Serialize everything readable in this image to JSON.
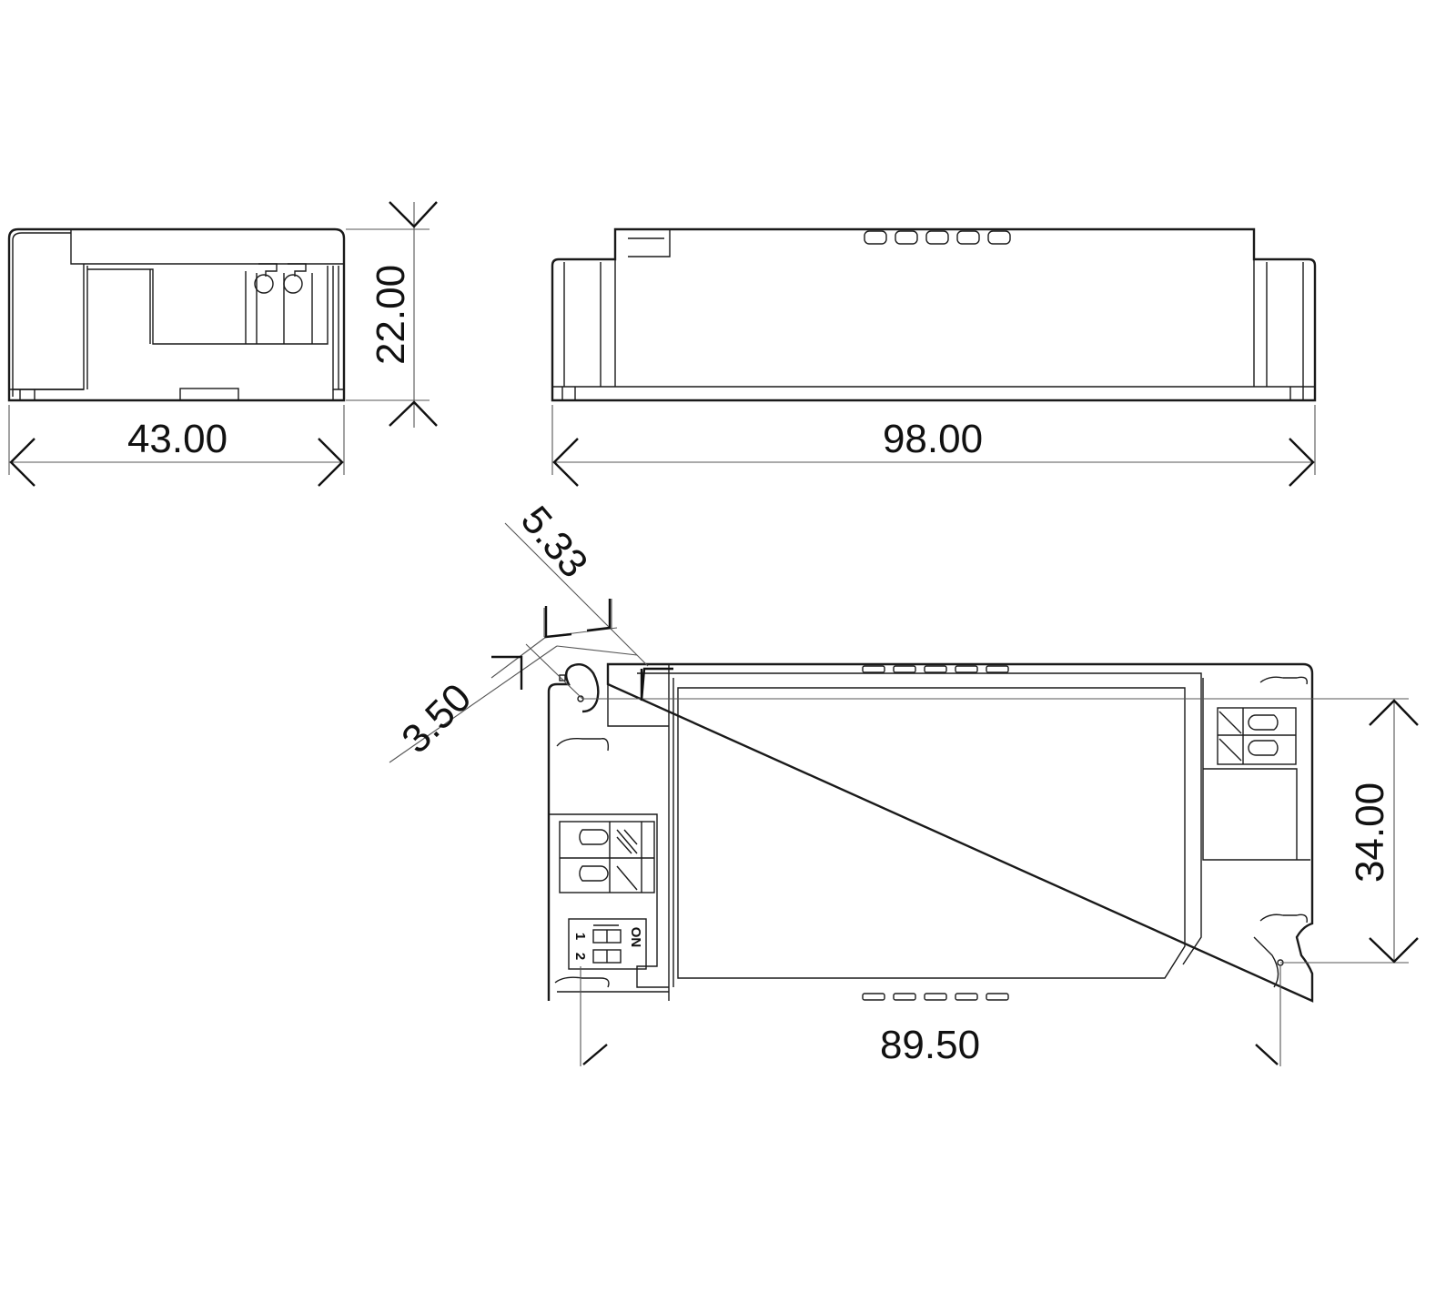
{
  "drawing": {
    "side_view": {
      "width_label": "43.00",
      "height_label": "22.00"
    },
    "front_view": {
      "length_label": "98.00"
    },
    "top_view": {
      "hole_offset_label": "5.33",
      "hole_diameter_label": "3.50",
      "hole_spacing_vertical_label": "34.00",
      "hole_spacing_horizontal_label": "89.50",
      "dip_switch": {
        "on_label": "ON",
        "switch_1_label": "1",
        "switch_2_label": "2"
      }
    },
    "line_color": "#1a1a1a",
    "background": "#ffffff"
  }
}
